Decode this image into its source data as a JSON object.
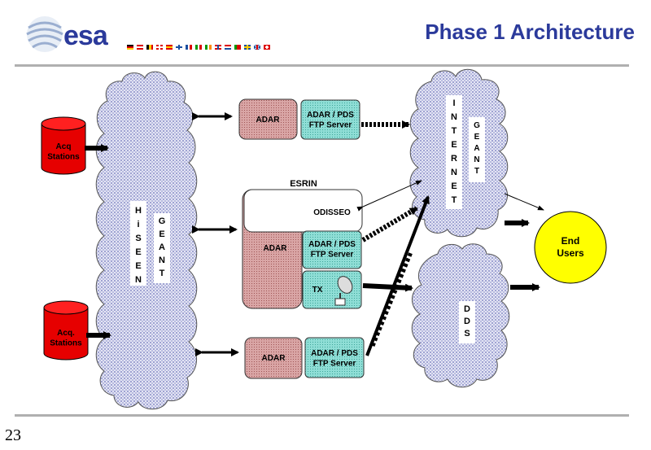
{
  "header": {
    "logo_text": "esa",
    "title": "Phase 1 Architecture"
  },
  "footer": {
    "page_number": "23"
  },
  "colors": {
    "title": "#2b3a9b",
    "rule": "#b0b0b0",
    "acq_red": "#e60000",
    "adar_pink": "#c98a8a",
    "server_teal": "#7fd4cc",
    "end_users_yellow": "#ffff00",
    "cloud_fill": "#c8cbe8"
  },
  "diagram": {
    "acq_stations_top": "Acq\nStations",
    "acq_stations_bottom": "Acq.\nStations",
    "hiseen": [
      "H",
      "i",
      "S",
      "E",
      "E",
      "N"
    ],
    "geant_left": [
      "G",
      "E",
      "A",
      "N",
      "T"
    ],
    "internet": [
      "I",
      "N",
      "T",
      "E",
      "R",
      "N",
      "E",
      "T"
    ],
    "geant_right": [
      "G",
      "E",
      "A",
      "N",
      "T"
    ],
    "dds": [
      "D",
      "D",
      "S"
    ],
    "adar_top": "ADAR",
    "server_top": "ADAR / PDS\nFTP Server",
    "esrin": "ESRIN",
    "odisseo": "ODISSEO",
    "adar_mid": "ADAR",
    "server_mid": "ADAR / PDS\nFTP Server",
    "tx": "TX",
    "adar_bottom": "ADAR",
    "server_bottom": "ADAR / PDS\nFTP Server",
    "end_users": "End\nUsers"
  }
}
